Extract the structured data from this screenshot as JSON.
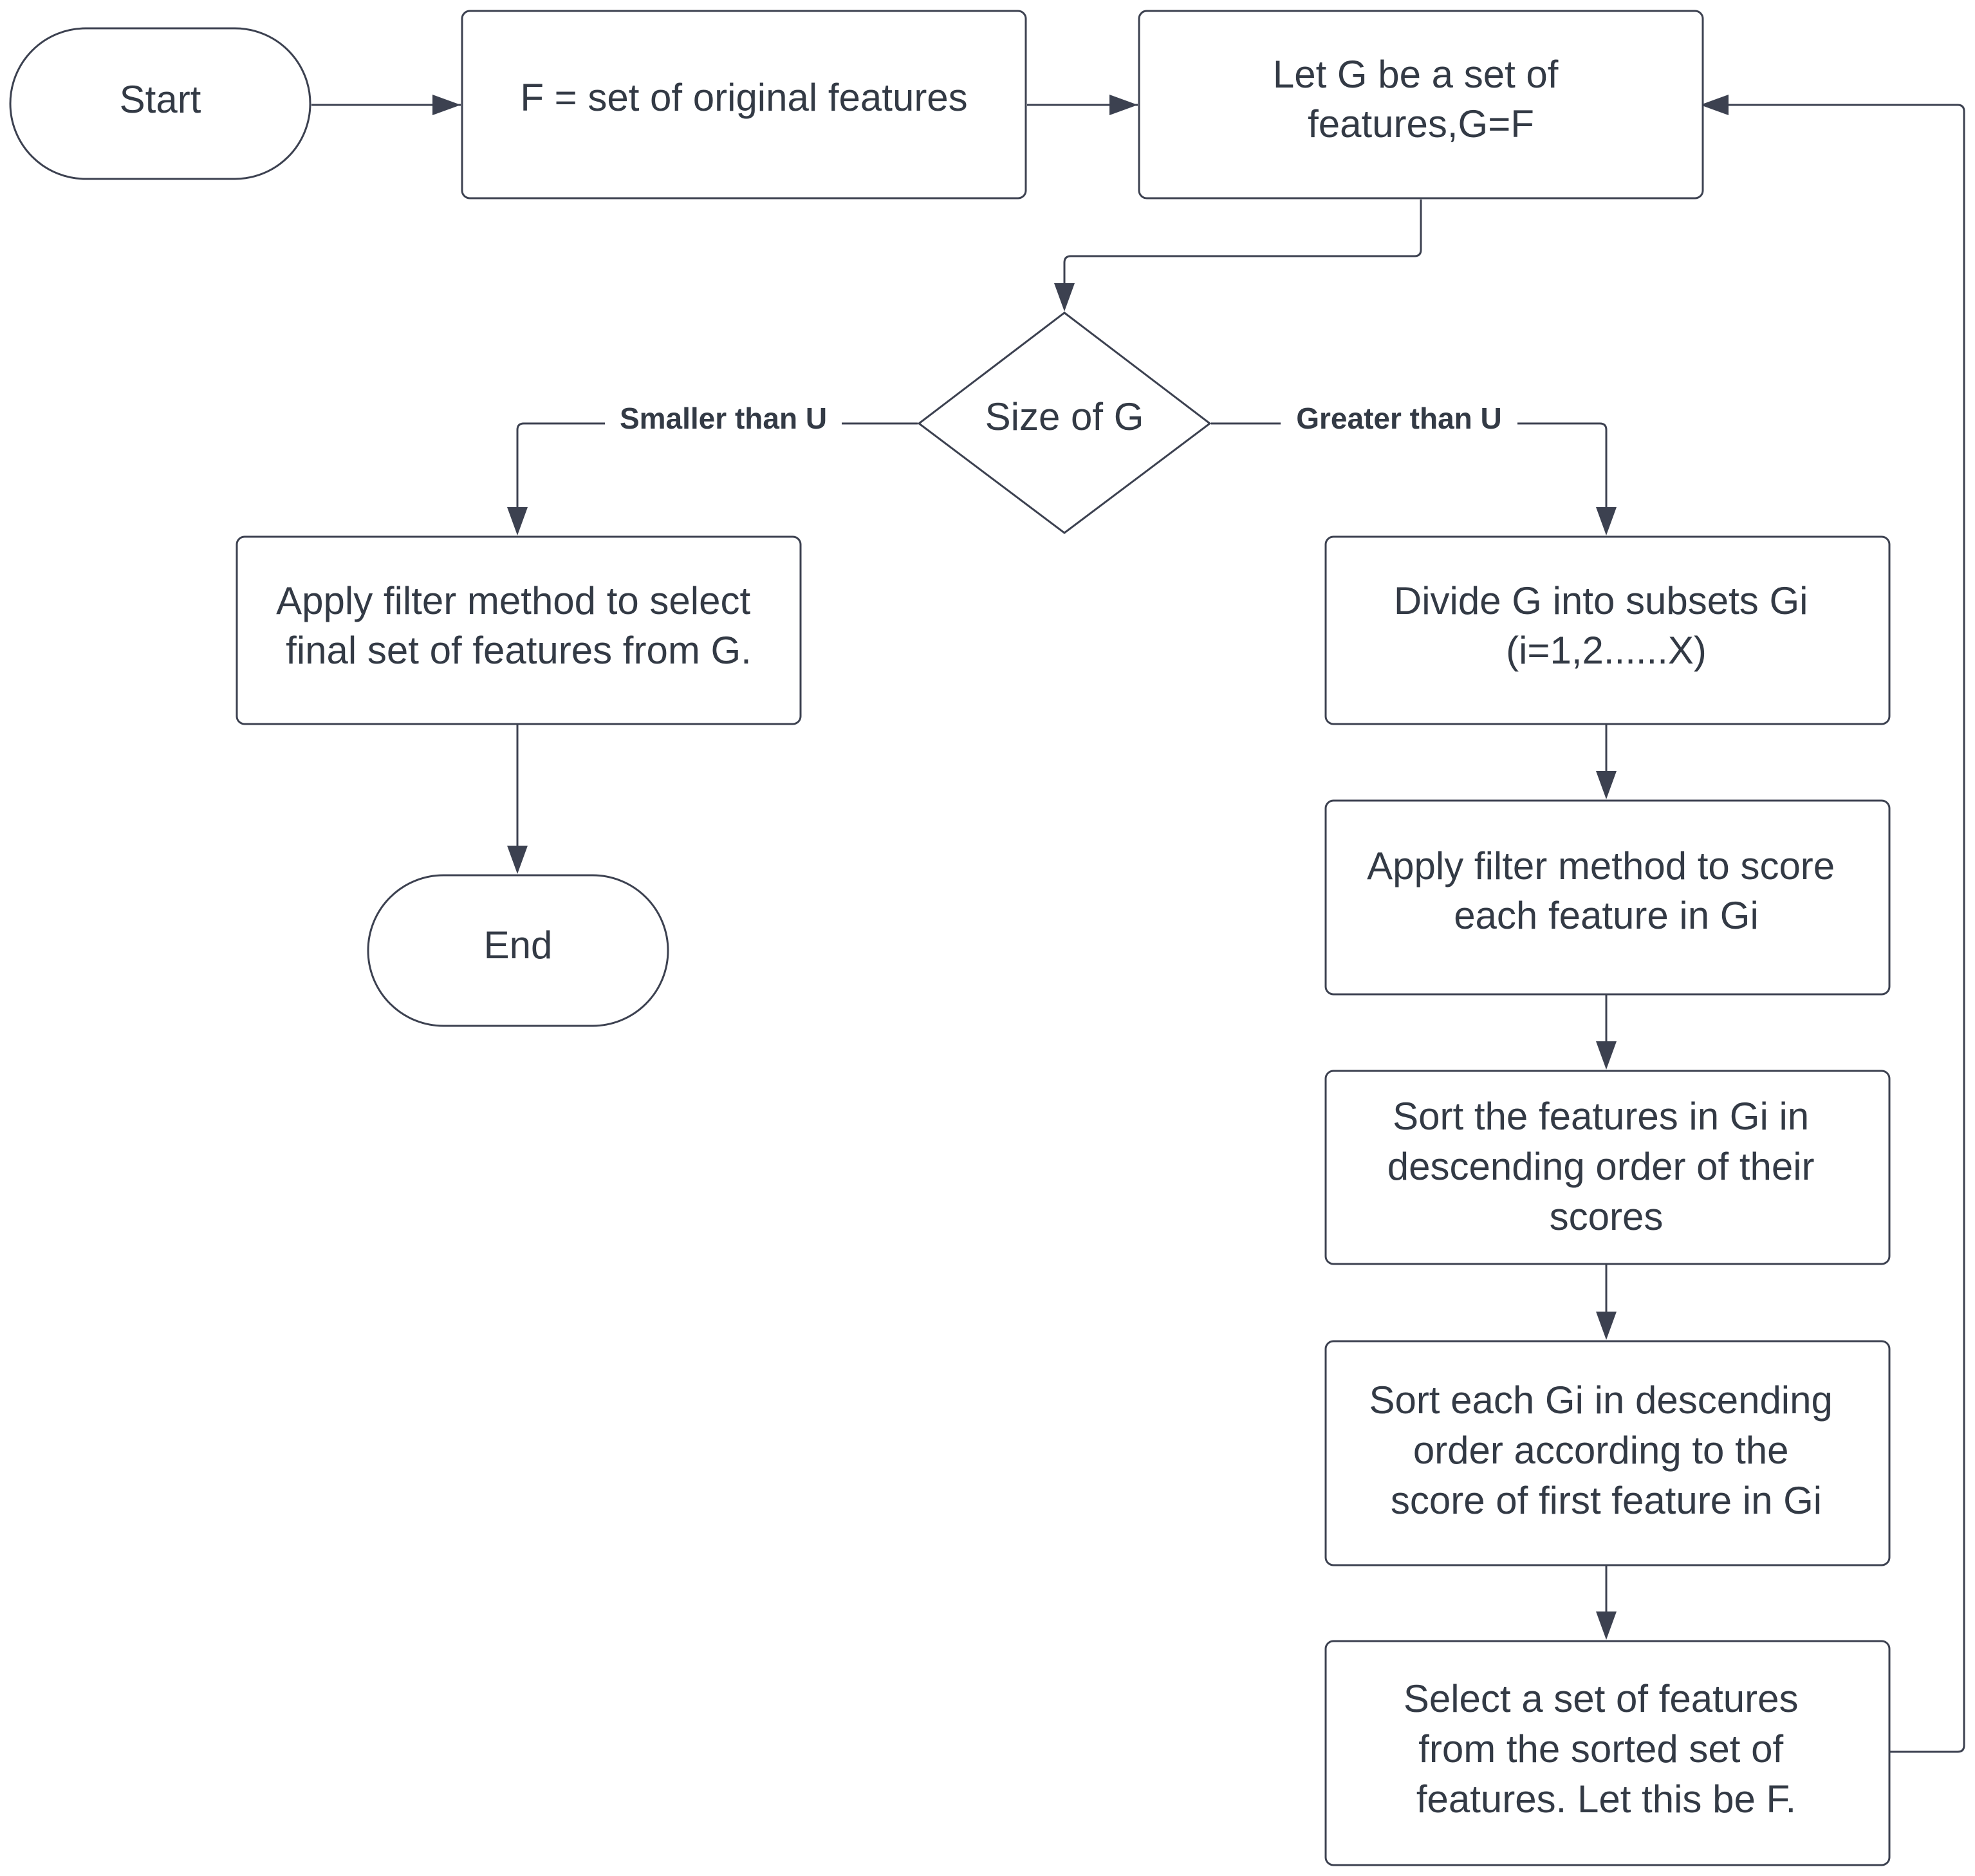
{
  "nodes": {
    "start": {
      "lines": [
        "Start"
      ]
    },
    "original_features": {
      "lines": [
        "F = set of original features"
      ]
    },
    "let_g": {
      "lines": [
        "Let G be a set of",
        "features,G=F"
      ]
    },
    "size_of_g": {
      "lines": [
        "Size of G"
      ]
    },
    "apply_filter_final": {
      "lines": [
        "Apply filter method to select",
        "final set of features from G."
      ]
    },
    "end": {
      "lines": [
        "End"
      ]
    },
    "divide_g": {
      "lines": [
        "Divide G into subsets Gi",
        "(i=1,2......X)"
      ]
    },
    "score_features": {
      "lines": [
        "Apply filter method to score",
        "each feature in Gi"
      ]
    },
    "sort_features": {
      "lines": [
        "Sort the features in Gi in",
        "descending order of their",
        "scores"
      ]
    },
    "sort_subsets": {
      "lines": [
        "Sort each Gi in descending",
        "order according to the",
        "score of first feature in Gi"
      ]
    },
    "select_features": {
      "lines": [
        "Select a set of features",
        "from the sorted set of",
        "features. Let this be F."
      ]
    }
  },
  "edge_labels": {
    "smaller": "Smaller than U",
    "greater": "Greater than U"
  }
}
